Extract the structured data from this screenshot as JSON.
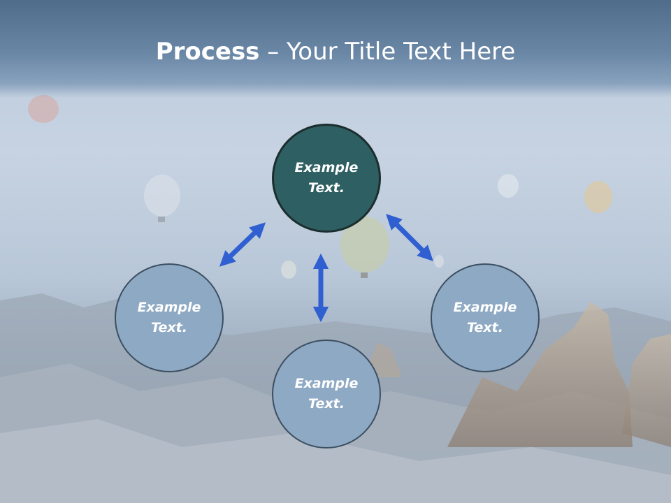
{
  "title": {
    "bold": "Process",
    "rest": " – Your Title Text Here"
  },
  "nodes": {
    "top": "Example Text.",
    "left": "Example Text.",
    "right": "Example Text.",
    "bottom": "Example Text."
  },
  "colors": {
    "center_node": "#2e6063",
    "outer_node": "#8ea9c4",
    "arrow": "#2f5fd0",
    "title_bar": "#5d7a99"
  }
}
